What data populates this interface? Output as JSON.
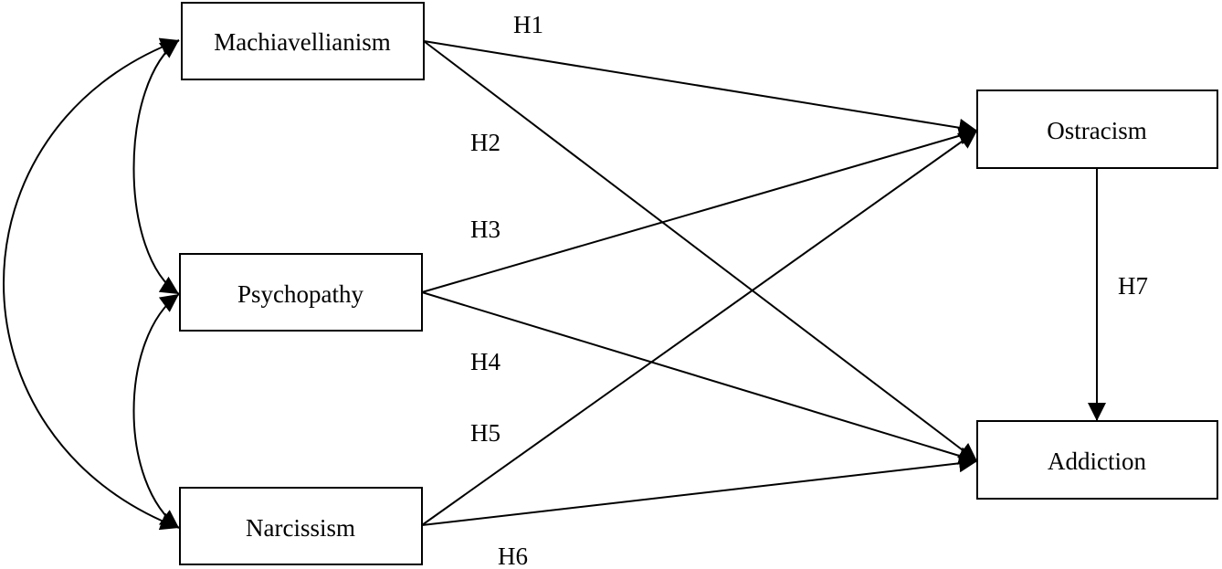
{
  "nodes": {
    "machiavellianism": "Machiavellianism",
    "psychopathy": "Psychopathy",
    "narcissism": "Narcissism",
    "ostracism": "Ostracism",
    "addiction": "Addiction"
  },
  "hypotheses": {
    "h1": "H1",
    "h2": "H2",
    "h3": "H3",
    "h4": "H4",
    "h5": "H5",
    "h6": "H6",
    "h7": "H7"
  },
  "paths": [
    {
      "from": "Machiavellianism",
      "to": "Ostracism",
      "label": "H1"
    },
    {
      "from": "Machiavellianism",
      "to": "Addiction",
      "label": "H2"
    },
    {
      "from": "Psychopathy",
      "to": "Ostracism",
      "label": "H3"
    },
    {
      "from": "Psychopathy",
      "to": "Addiction",
      "label": "H4"
    },
    {
      "from": "Narcissism",
      "to": "Ostracism",
      "label": "H5"
    },
    {
      "from": "Narcissism",
      "to": "Addiction",
      "label": "H6"
    },
    {
      "from": "Ostracism",
      "to": "Addiction",
      "label": "H7"
    }
  ],
  "correlations": [
    {
      "between": [
        "Machiavellianism",
        "Psychopathy"
      ]
    },
    {
      "between": [
        "Psychopathy",
        "Narcissism"
      ]
    },
    {
      "between": [
        "Machiavellianism",
        "Narcissism"
      ]
    }
  ]
}
